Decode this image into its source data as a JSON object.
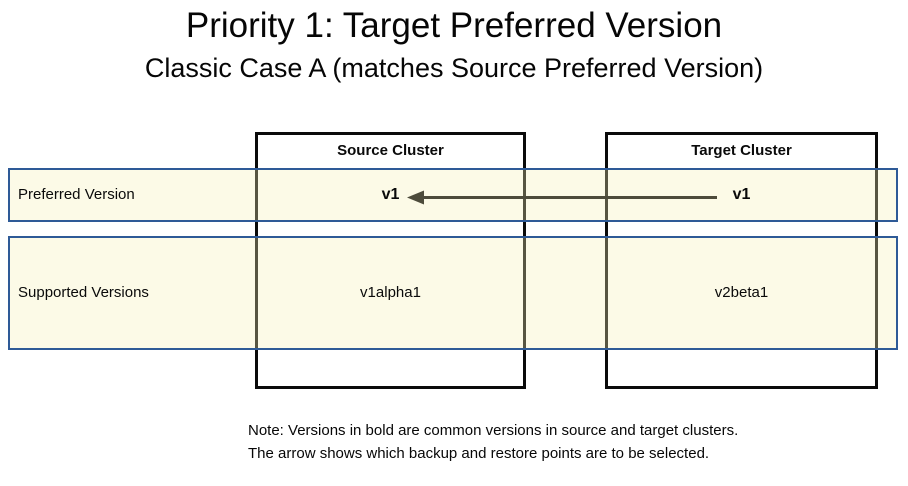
{
  "title": "Priority 1: Target Preferred Version",
  "subtitle": "Classic Case A (matches Source Preferred Version)",
  "clusters": {
    "source": {
      "header": "Source Cluster",
      "preferred_version": "v1",
      "supported_version": "v1alpha1"
    },
    "target": {
      "header": "Target Cluster",
      "preferred_version": "v1",
      "supported_version": "v2beta1"
    }
  },
  "rows": {
    "preferred_label": "Preferred Version",
    "supported_label": "Supported Versions"
  },
  "arrow": {
    "description": "arrow from target preferred v1 pointing left to source preferred v1",
    "direction": "right-to-left"
  },
  "note": {
    "line1": "Note: Versions in bold are common versions in source and target clusters.",
    "line2": "The arrow shows which backup and restore points are to be selected."
  },
  "colors": {
    "band_fill": "#FDF8EC",
    "band_border": "#2E5A97",
    "cluster_border": "#000000",
    "arrow": "#4D4B3B"
  }
}
